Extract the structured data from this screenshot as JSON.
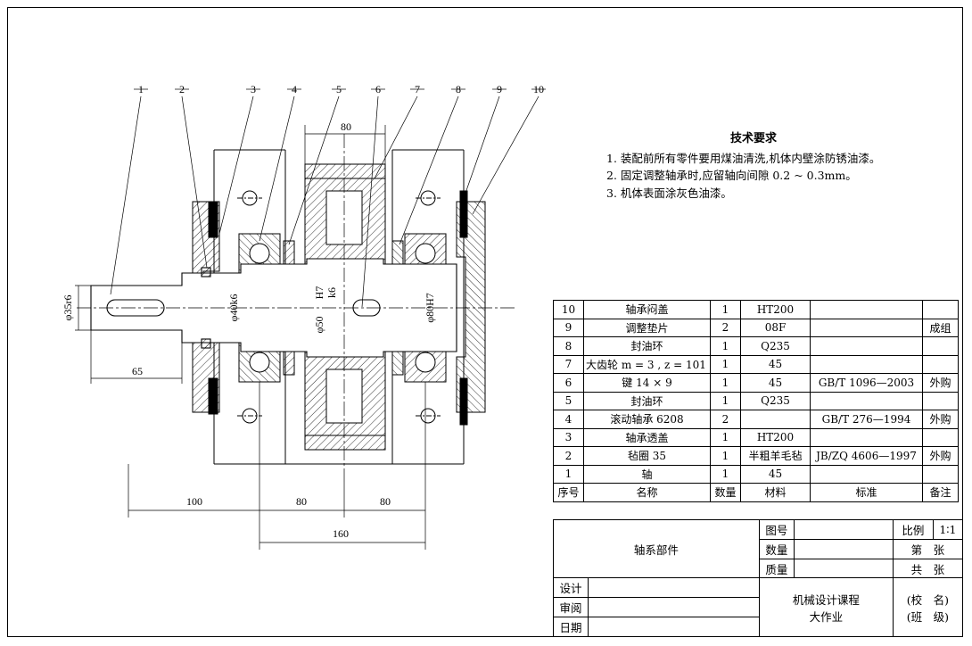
{
  "balloons": [
    "1",
    "2",
    "3",
    "4",
    "5",
    "6",
    "7",
    "8",
    "9",
    "10"
  ],
  "dims": {
    "gear_width": "80",
    "shaft_end": "65",
    "d_shaft_end": "φ35r6",
    "d_bearing_seat": "φ40k6",
    "d_gear_seat_a": "φ50",
    "d_gear_seat_b": "H7",
    "d_gear_seat_c": "k6",
    "d_housing": "φ80H7",
    "span_100": "100",
    "span_80a": "80",
    "span_80b": "80",
    "span_160": "160"
  },
  "tech_requirements": {
    "title": "技术要求",
    "items": [
      "1. 装配前所有零件要用煤油清洗,机体内壁涂防锈油漆。",
      "2. 固定调整轴承时,应留轴向间隙 0.2 ~ 0.3mm。",
      "3. 机体表面涂灰色油漆。"
    ]
  },
  "bom": {
    "rows": [
      {
        "no": "10",
        "name": "轴承闷盖",
        "qty": "1",
        "material": "HT200",
        "standard": "",
        "note": ""
      },
      {
        "no": "9",
        "name": "调整垫片",
        "qty": "2",
        "material": "08F",
        "standard": "",
        "note": "成组"
      },
      {
        "no": "8",
        "name": "封油环",
        "qty": "1",
        "material": "Q235",
        "standard": "",
        "note": ""
      },
      {
        "no": "7",
        "name": "大齿轮 m = 3 , z = 101",
        "qty": "1",
        "material": "45",
        "standard": "",
        "note": ""
      },
      {
        "no": "6",
        "name": "键 14 × 9",
        "qty": "1",
        "material": "45",
        "standard": "GB/T 1096—2003",
        "note": "外购"
      },
      {
        "no": "5",
        "name": "封油环",
        "qty": "1",
        "material": "Q235",
        "standard": "",
        "note": ""
      },
      {
        "no": "4",
        "name": "滚动轴承 6208",
        "qty": "2",
        "material": "",
        "standard": "GB/T 276—1994",
        "note": "外购"
      },
      {
        "no": "3",
        "name": "轴承透盖",
        "qty": "1",
        "material": "HT200",
        "standard": "",
        "note": ""
      },
      {
        "no": "2",
        "name": "毡圈 35",
        "qty": "1",
        "material": "半粗羊毛毡",
        "standard": "JB/ZQ 4606—1997",
        "note": "外购"
      },
      {
        "no": "1",
        "name": "轴",
        "qty": "1",
        "material": "45",
        "standard": "",
        "note": ""
      }
    ],
    "header": {
      "no": "序号",
      "name": "名称",
      "qty": "数量",
      "material": "材料",
      "standard": "标准",
      "note": "备注"
    }
  },
  "title_block": {
    "part_name": "轴系部件",
    "drawing_no_label": "图号",
    "scale_label": "比例",
    "scale_value": "1∶1",
    "qty_label": "数量",
    "sheet_label": "第　张",
    "material_label": "质量",
    "total_label": "共　张",
    "design": "设计",
    "check": "审阅",
    "date": "日期",
    "course_line1": "机械设计课程",
    "course_line2": "大作业",
    "school": "(校　名)",
    "class": "(班　级)"
  }
}
